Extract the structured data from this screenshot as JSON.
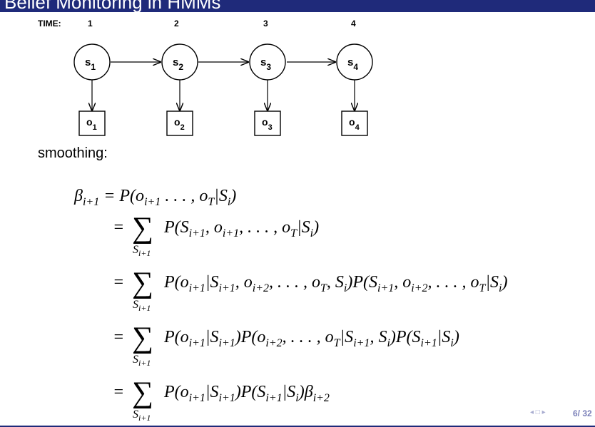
{
  "title": "Belief Monitoring in HMMs",
  "time_label": "TIME:",
  "times": [
    "1",
    "2",
    "3",
    "4"
  ],
  "states": [
    {
      "base": "s",
      "sub": "1"
    },
    {
      "base": "s",
      "sub": "2"
    },
    {
      "base": "s",
      "sub": "3"
    },
    {
      "base": "s",
      "sub": "4"
    }
  ],
  "observations": [
    {
      "base": "o",
      "sub": "1"
    },
    {
      "base": "o",
      "sub": "2"
    },
    {
      "base": "o",
      "sub": "3"
    },
    {
      "base": "o",
      "sub": "4"
    }
  ],
  "section_label": "smoothing:",
  "equations": {
    "lhs": "β",
    "lhs_sub": "i+1",
    "line1": "= P(o",
    "line1b": "i+1",
    "line1c": " . . . , o",
    "line1d": "T",
    "line1e": "|S",
    "line1f": "i",
    "line1g": ")",
    "line2": "P(S",
    "line2b": "i+1",
    "line2c": ", o",
    "line2d": "i+1",
    "line2e": ", . . . , o",
    "line2f": "T",
    "line2g": "|S",
    "line2h": "i",
    "line2i": ")",
    "line3": "P(o",
    "line3b": "i+1",
    "line3c": "|S",
    "line3d": "i+1",
    "line3e": ", o",
    "line3f": "i+2",
    "line3g": ", . . . , o",
    "line3h": "T",
    "line3i": ", S",
    "line3j": "i",
    "line3k": ")P(S",
    "line3l": "i+1",
    "line3m": ", o",
    "line3n": "i+2",
    "line3o": ", . . . , o",
    "line3p": "T",
    "line3q": "|S",
    "line3r": "i",
    "line3s": ")",
    "line4": "P(o",
    "line4b": "i+1",
    "line4c": "|S",
    "line4d": "i+1",
    "line4e": ")P(o",
    "line4f": "i+2",
    "line4g": ", . . . , o",
    "line4h": "T",
    "line4i": "|S",
    "line4j": "i+1",
    "line4k": ", S",
    "line4l": "i",
    "line4m": ")P(S",
    "line4n": "i+1",
    "line4o": "|S",
    "line4p": "i",
    "line4q": ")",
    "line5": "P(o",
    "line5b": "i+1",
    "line5c": "|S",
    "line5d": "i+1",
    "line5e": ")P(S",
    "line5f": "i+1",
    "line5g": "|S",
    "line5h": "i",
    "line5i": ")β",
    "line5j": "i+2",
    "eq": "=",
    "sum": "∑",
    "sum_under": "S",
    "sum_under_sub": "i+1"
  },
  "nav": "◂ □ ▸",
  "page": "6/ 32"
}
